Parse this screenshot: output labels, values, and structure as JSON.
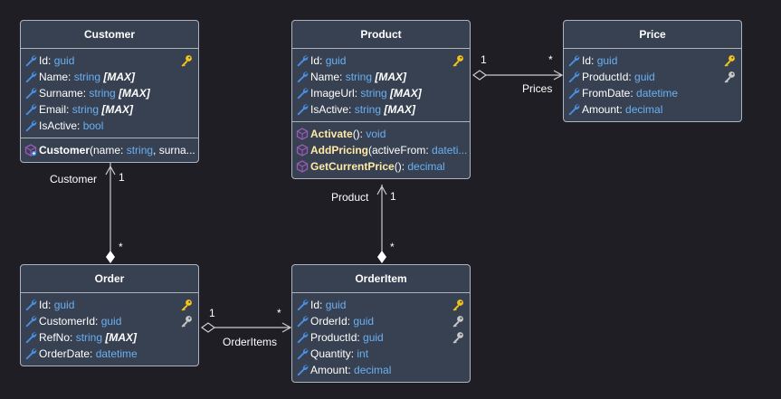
{
  "entities": {
    "customer": {
      "title": "Customer",
      "props": [
        {
          "name": "Id",
          "type": "guid",
          "mod": ""
        },
        {
          "name": "Name",
          "type": "string",
          "mod": "[MAX]"
        },
        {
          "name": "Surname",
          "type": "string",
          "mod": "[MAX]"
        },
        {
          "name": "Email",
          "type": "string",
          "mod": "[MAX]"
        },
        {
          "name": "IsActive",
          "type": "bool",
          "mod": ""
        }
      ],
      "methods": [
        {
          "name": "Customer",
          "args": "(name: ",
          "type": "string",
          "rest": ", surna..."
        }
      ]
    },
    "product": {
      "title": "Product",
      "props": [
        {
          "name": "Id",
          "type": "guid",
          "mod": ""
        },
        {
          "name": "Name",
          "type": "string",
          "mod": "[MAX]"
        },
        {
          "name": "ImageUrl",
          "type": "string",
          "mod": "[MAX]"
        },
        {
          "name": "IsActive",
          "type": "string",
          "mod": "[MAX]"
        }
      ],
      "methods": [
        {
          "name": "Activate",
          "args": "(): ",
          "type": "void",
          "rest": ""
        },
        {
          "name": "AddPricing",
          "args": "(activeFrom: ",
          "type": "dateti...",
          "rest": ""
        },
        {
          "name": "GetCurrentPrice",
          "args": "(): ",
          "type": "decimal",
          "rest": ""
        }
      ]
    },
    "price": {
      "title": "Price",
      "props": [
        {
          "name": "Id",
          "type": "guid",
          "mod": ""
        },
        {
          "name": "ProductId",
          "type": "guid",
          "mod": ""
        },
        {
          "name": "FromDate",
          "type": "datetime",
          "mod": ""
        },
        {
          "name": "Amount",
          "type": "decimal",
          "mod": ""
        }
      ]
    },
    "order": {
      "title": "Order",
      "props": [
        {
          "name": "Id",
          "type": "guid",
          "mod": ""
        },
        {
          "name": "CustomerId",
          "type": "guid",
          "mod": ""
        },
        {
          "name": "RefNo",
          "type": "string",
          "mod": "[MAX]"
        },
        {
          "name": "OrderDate",
          "type": "datetime",
          "mod": ""
        }
      ]
    },
    "orderitem": {
      "title": "OrderItem",
      "props": [
        {
          "name": "Id",
          "type": "guid",
          "mod": ""
        },
        {
          "name": "OrderId",
          "type": "guid",
          "mod": ""
        },
        {
          "name": "ProductId",
          "type": "guid",
          "mod": ""
        },
        {
          "name": "Quantity",
          "type": "int",
          "mod": ""
        },
        {
          "name": "Amount",
          "type": "decimal",
          "mod": ""
        }
      ]
    }
  },
  "relations": {
    "customer_order": {
      "label": "Customer",
      "one": "1",
      "many": "*"
    },
    "product_price": {
      "label": "Prices",
      "one": "1",
      "many": "*"
    },
    "product_orderitem": {
      "label": "Product",
      "one": "1",
      "many": "*"
    },
    "order_orderitem": {
      "label": "OrderItems",
      "one": "1",
      "many": "*"
    }
  },
  "icons": {
    "property": "wrench-icon",
    "method": "cube-icon",
    "constructor": "constructor-icon",
    "primary_key": "gold-key-icon",
    "foreign_key": "silver-key-icon"
  },
  "colors": {
    "background": "#1e1e24",
    "entity_fill": "#374151",
    "border": "#aeb4bc",
    "type": "#6ab0f3",
    "method": "#ffe9a6",
    "wrench": "#4a90e2",
    "method_icon": "#9b59b6",
    "primary_key": "#f5c518",
    "foreign_key": "#c8c8c8"
  }
}
